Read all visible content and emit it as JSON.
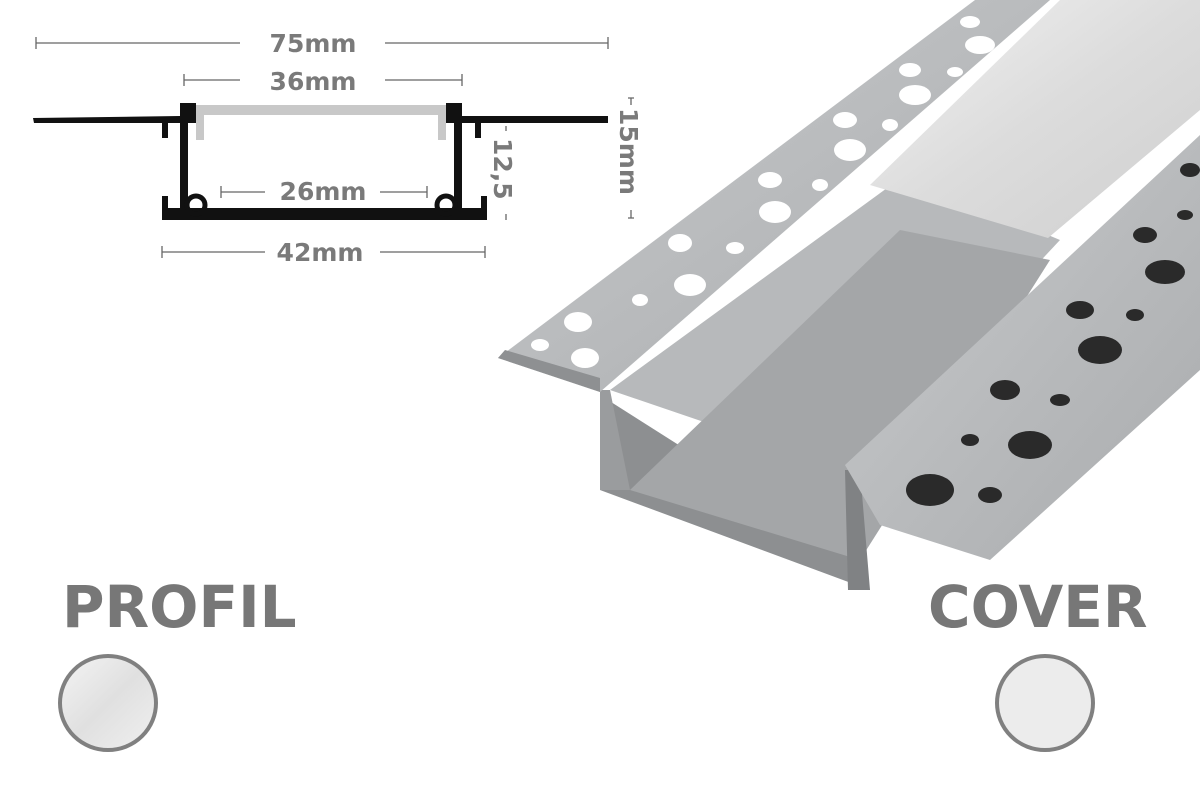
{
  "dimensions": {
    "total_width": "75mm",
    "cover_width": "36mm",
    "inner_width": "26mm",
    "base_width": "42mm",
    "inner_height": "12,5",
    "total_height": "15mm"
  },
  "labels": {
    "profile": "PROFIL",
    "cover": "COVER"
  },
  "swatches": {
    "profile_color": "#e4e4e4",
    "cover_color": "#eeeeee",
    "border_color": "#808080"
  }
}
